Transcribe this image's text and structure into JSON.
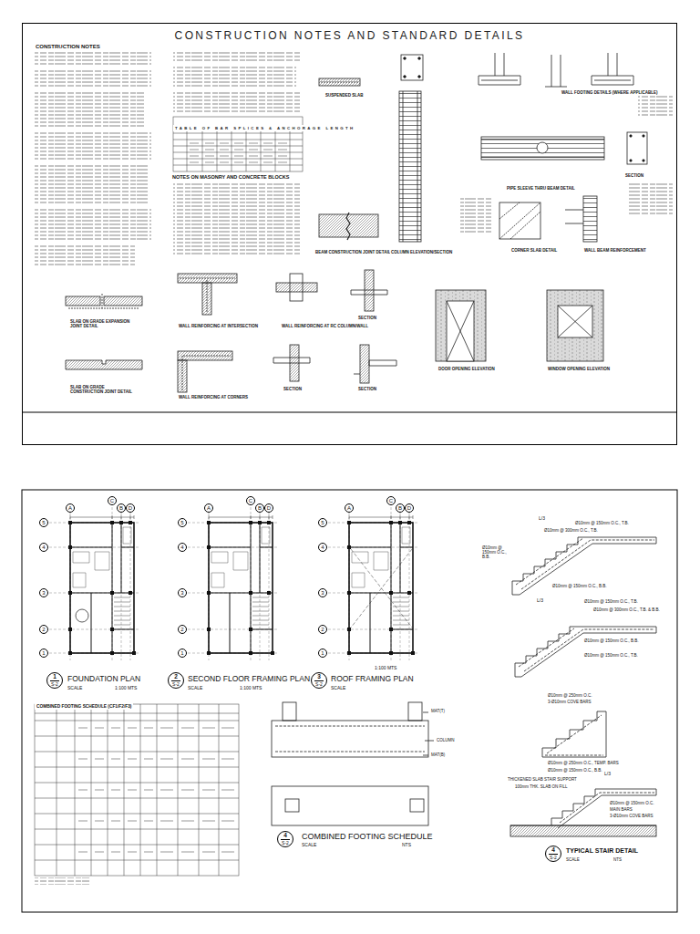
{
  "diagram": {
    "nodes": [
      {
        "text": [
          "CONSTRUCTION NOTES AND STANDARD DETAILS"
        ]
      },
      {
        "text": [
          "TABLE OF BAR SPLICES & ANCHORAGE LENGTH"
        ],
        "in": 0
      },
      {
        "text": [
          "A"
        ]
      },
      {
        "text": [
          "C"
        ]
      },
      {
        "text": [
          "B"
        ]
      },
      {
        "text": [
          "D"
        ]
      },
      {
        "text": [
          "5"
        ]
      },
      {
        "text": [
          "4"
        ]
      },
      {
        "text": [
          "3"
        ]
      },
      {
        "text": [
          "2"
        ]
      },
      {
        "text": [
          "1"
        ]
      },
      {
        "text": [
          "A"
        ]
      },
      {
        "text": [
          "C"
        ]
      },
      {
        "text": [
          "B"
        ]
      },
      {
        "text": [
          "D"
        ]
      },
      {
        "text": [
          "5"
        ]
      },
      {
        "text": [
          "4"
        ]
      },
      {
        "text": [
          "3"
        ]
      },
      {
        "text": [
          "2"
        ]
      },
      {
        "text": [
          "1"
        ]
      },
      {
        "text": [
          "A"
        ]
      },
      {
        "text": [
          "C"
        ]
      },
      {
        "text": [
          "B"
        ]
      },
      {
        "text": [
          "D"
        ]
      },
      {
        "text": [
          "5"
        ]
      },
      {
        "text": [
          "4"
        ]
      },
      {
        "text": [
          "3"
        ]
      },
      {
        "text": [
          "2"
        ]
      },
      {
        "text": [
          "1"
        ]
      },
      {
        "text": [
          "1",
          "S-2"
        ]
      },
      {
        "text": [
          "2",
          "S-2"
        ]
      },
      {
        "text": [
          "3",
          "S-2"
        ]
      },
      {
        "text": [
          "COMBINED FOOTING SCHEDULE (CF1/F2/F3)"
        ]
      },
      {
        "text": [
          "4",
          "S-2"
        ]
      },
      {
        "text": [
          "4",
          "S-2"
        ]
      }
    ],
    "labels": [
      "CONSTRUCTION NOTES",
      "NOTES ON MASONRY AND CONCRETE BLOCKS",
      "SUSPENDED SLAB",
      "BEAM CONSTRUCTION JOINT DETAIL",
      "COLUMN ELEVATION/SECTION",
      "WALL FOOTING DETAILS (WHERE APPLICABLE)",
      "PIPE SLEEVE THRU BEAM DETAIL",
      "SECTION",
      "CORNER SLAB DETAIL",
      "WALL BEAM REINFORCEMENT",
      "SLAB ON GRADE EXPANSION JOINT DETAIL",
      "SLAB ON GRADE CONSTRUCTION JOINT DETAIL",
      "WALL REINFORCING AT INTERSECTION",
      "WALL REINFORCING AT CORNERS",
      "WALL REINFORCING AT RC COLUMN/WALL",
      "SECTION",
      "SECTION",
      "SECTION",
      "DOOR OPENING ELEVATION",
      "WINDOW OPENING ELEVATION",
      "FOUNDATION PLAN",
      "SCALE",
      "1:100 MTS",
      "SECOND FLOOR FRAMING PLAN",
      "SCALE",
      "1:100 MTS",
      "ROOF FRAMING PLAN",
      "SCALE",
      "1:100 MTS",
      "COMBINED FOOTING SCHEDULE",
      "SCALE",
      "NTS",
      "MAT(T)",
      "COLUMN",
      "MAT(B)",
      "TYPICAL STAIR DETAIL",
      "SCALE",
      "NTS",
      "L/3",
      "Ø10mm @ 150mm O.C., T.B.",
      "Ø10mm @ 300mm O.C., T.B.",
      "Ø10mm @ 150mm O.C., B.B.",
      "Ø10mm @ 150mm O.C., B.B.",
      "L/3",
      "Ø10mm @ 150mm O.C., T.B.",
      "Ø10mm @ 300mm O.C., T.B. & B.B.",
      "Ø10mm @ 150mm O.C., B.B.",
      "Ø10mm @ 150mm O.C., T.B.",
      "Ø10mm @ 250mm O.C.",
      "3-Ø10mm COVE BARS",
      "Ø10mm @ 250mm O.C., TEMP. BARS",
      "Ø10mm @ 150mm O.C., B.B.",
      "L/3",
      "THICKENED SLAB STAIR SUPPORT",
      "100mm THK. SLAB ON FILL",
      "Ø10mm @ 150mm O.C.",
      "MAIN BARS",
      "3-Ø10mm COVE BARS"
    ]
  }
}
